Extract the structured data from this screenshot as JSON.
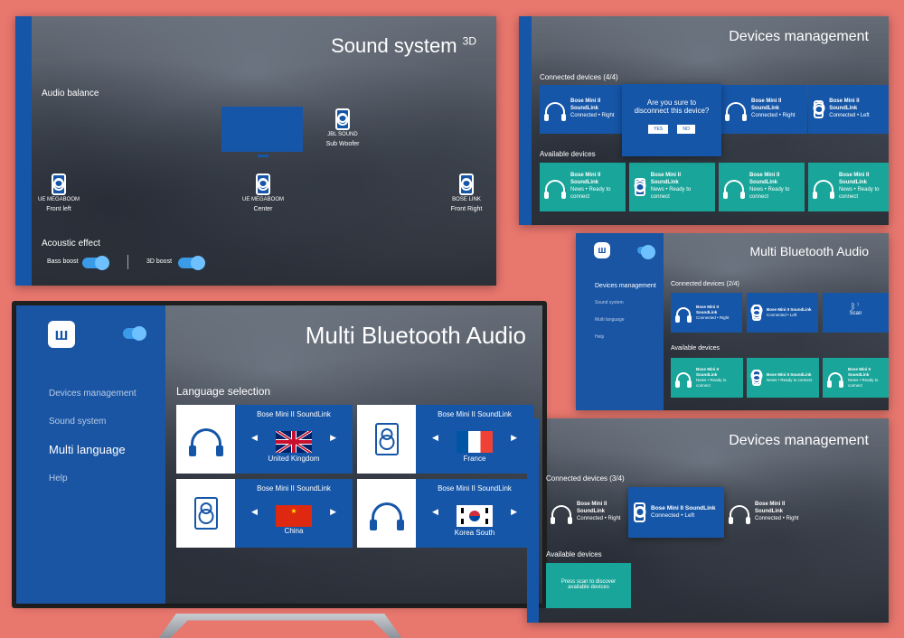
{
  "sound_system": {
    "title": "Sound system",
    "title_sup": "3D",
    "audio_balance": "Audio balance",
    "speakers": [
      {
        "name": "JBL SOUND",
        "pos": "Sub  Woofer"
      },
      {
        "name": "UE MEGABOOM",
        "pos": "Front left"
      },
      {
        "name": "UE MEGABOOM",
        "pos": "Center"
      },
      {
        "name": "BOSE LINK",
        "pos": "Front Right"
      }
    ],
    "acoustic_effect": "Acoustic effect",
    "bass_boost": "Bass boost",
    "boost_3d": "3D boost"
  },
  "dev_mgmt_a": {
    "title": "Devices management",
    "connected": "Connected devices (4/4)",
    "available": "Available devices",
    "connected_cards": [
      {
        "name": "Bose Mini II SoundLink",
        "status": "Connected • Right"
      },
      {
        "name": "Bose Mini II SoundLink",
        "status": "Connected • Right"
      },
      {
        "name": "Bose Mini II SoundLink",
        "status": "Connected • Left"
      }
    ],
    "dialog_text": "Are you sure to disconnect this device?",
    "yes": "YES",
    "no": "NO",
    "available_cards": [
      {
        "name": "Bose Mini II SoundLink",
        "status": "News • Ready to connect"
      },
      {
        "name": "Bose Mini II SoundLink",
        "status": "News • Ready to connect"
      },
      {
        "name": "Bose Mini II SoundLink",
        "status": "News • Ready to connect"
      },
      {
        "name": "Bose Mini II SoundLink",
        "status": "News • Ready to connect"
      }
    ]
  },
  "multi_small": {
    "title": "Multi Bluetooth Audio",
    "menu": [
      "Devices management",
      "Sound system",
      "Multi language",
      "Help"
    ],
    "connected": "Connected devices (2/4)",
    "available": "Available devices",
    "connected_cards": [
      {
        "name": "Bose Mini II SoundLink",
        "status": "Connected • Right"
      },
      {
        "name": "Bose Mini II SoundLink",
        "status": "Connected • Left"
      }
    ],
    "scan": "Scan",
    "available_cards": [
      {
        "name": "Bose Mini II SoundLink",
        "status": "News • Ready to connect"
      },
      {
        "name": "Bose Mini II SoundLink",
        "status": "News • Ready to connect"
      },
      {
        "name": "Bose Mini II SoundLink",
        "status": "News • Ready to connect"
      }
    ]
  },
  "dev_mgmt_b": {
    "title": "Devices management",
    "connected": "Connected devices (3/4)",
    "available": "Available devices",
    "connected_cards": [
      {
        "name": "Bose Mini II SoundLink",
        "status": "Connected • Right"
      },
      {
        "name": "Bose Mini II SoundLink",
        "status": "Connected • Left"
      },
      {
        "name": "Bose Mini II SoundLink",
        "status": "Connected • Right"
      }
    ],
    "scan_prompt": "Press scan to discover available devices"
  },
  "multi_main": {
    "title": "Multi Bluetooth Audio",
    "menu": [
      "Devices management",
      "Sound system",
      "Multi language",
      "Help"
    ],
    "language_selection": "Language selection",
    "cards": [
      {
        "device": "Bose Mini II SoundLink",
        "country": "United Kingdom"
      },
      {
        "device": "Bose Mini II SoundLink",
        "country": "France"
      },
      {
        "device": "Bose Mini II SoundLink",
        "country": "China"
      },
      {
        "device": "Bose Mini II SoundLink",
        "country": "Korea South"
      }
    ]
  },
  "colors": {
    "background": "#e8776e",
    "primary_blue": "#1656a8",
    "teal": "#1aa59a",
    "toggle": "#3a9be8"
  }
}
